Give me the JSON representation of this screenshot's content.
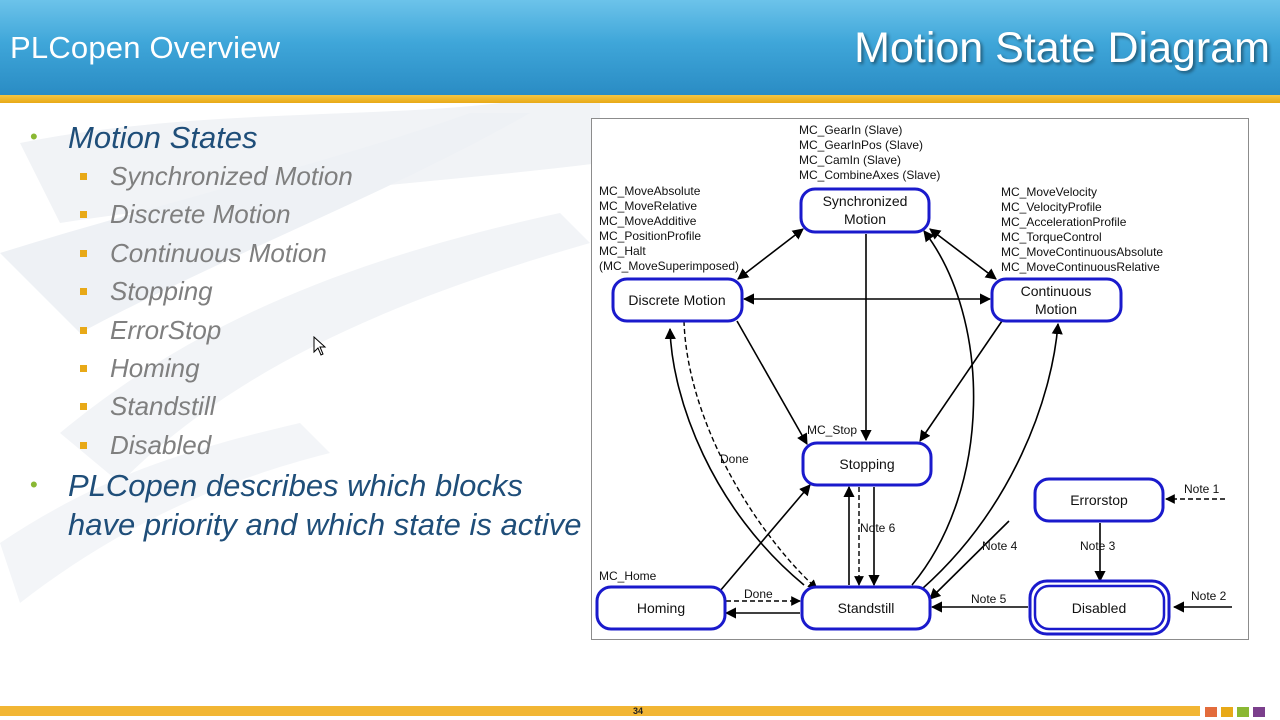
{
  "header": {
    "left_title": "PLCopen Overview",
    "right_title": "Motion State Diagram"
  },
  "bullets": {
    "main1": "Motion States",
    "sub": [
      "Synchronized Motion",
      "Discrete Motion",
      "Continuous Motion",
      "Stopping",
      "ErrorStop",
      "Homing",
      "Standstill",
      "Disabled"
    ],
    "main2": "PLCopen describes which blocks have priority and which state is active"
  },
  "diagram": {
    "states": {
      "sync_line1": "Synchronized",
      "sync_line2": "Motion",
      "discrete": "Discrete Motion",
      "cont_line1": "Continuous",
      "cont_line2": "Motion",
      "stopping": "Stopping",
      "errorstop": "Errorstop",
      "homing": "Homing",
      "standstill": "Standstill",
      "disabled": "Disabled"
    },
    "sync_blocks": [
      "MC_GearIn (Slave)",
      "MC_GearInPos (Slave)",
      "MC_CamIn (Slave)",
      "MC_CombineAxes (Slave)"
    ],
    "discrete_blocks": [
      "MC_MoveAbsolute",
      "MC_MoveRelative",
      "MC_MoveAdditive",
      "MC_PositionProfile",
      "MC_Halt",
      "(MC_MoveSuperimposed)"
    ],
    "continuous_blocks": [
      "MC_MoveVelocity",
      "MC_VelocityProfile",
      "MC_AccelerationProfile",
      "MC_TorqueControl",
      "MC_MoveContinuousAbsolute",
      "MC_MoveContinuousRelative"
    ],
    "labels": {
      "mc_stop": "MC_Stop",
      "done1": "Done",
      "done2": "Done",
      "mc_home": "MC_Home",
      "note1": "Note 1",
      "note2": "Note 2",
      "note3": "Note 3",
      "note4": "Note 4",
      "note5": "Note 5",
      "note6": "Note 6"
    }
  },
  "footer": {
    "page_number": "34"
  },
  "colors": {
    "header": "#3fa6d9",
    "accent_gold": "#e8a917",
    "bullet_green": "#8ab833",
    "title_blue": "#1f4e79",
    "state_border": "#1a1acc"
  }
}
